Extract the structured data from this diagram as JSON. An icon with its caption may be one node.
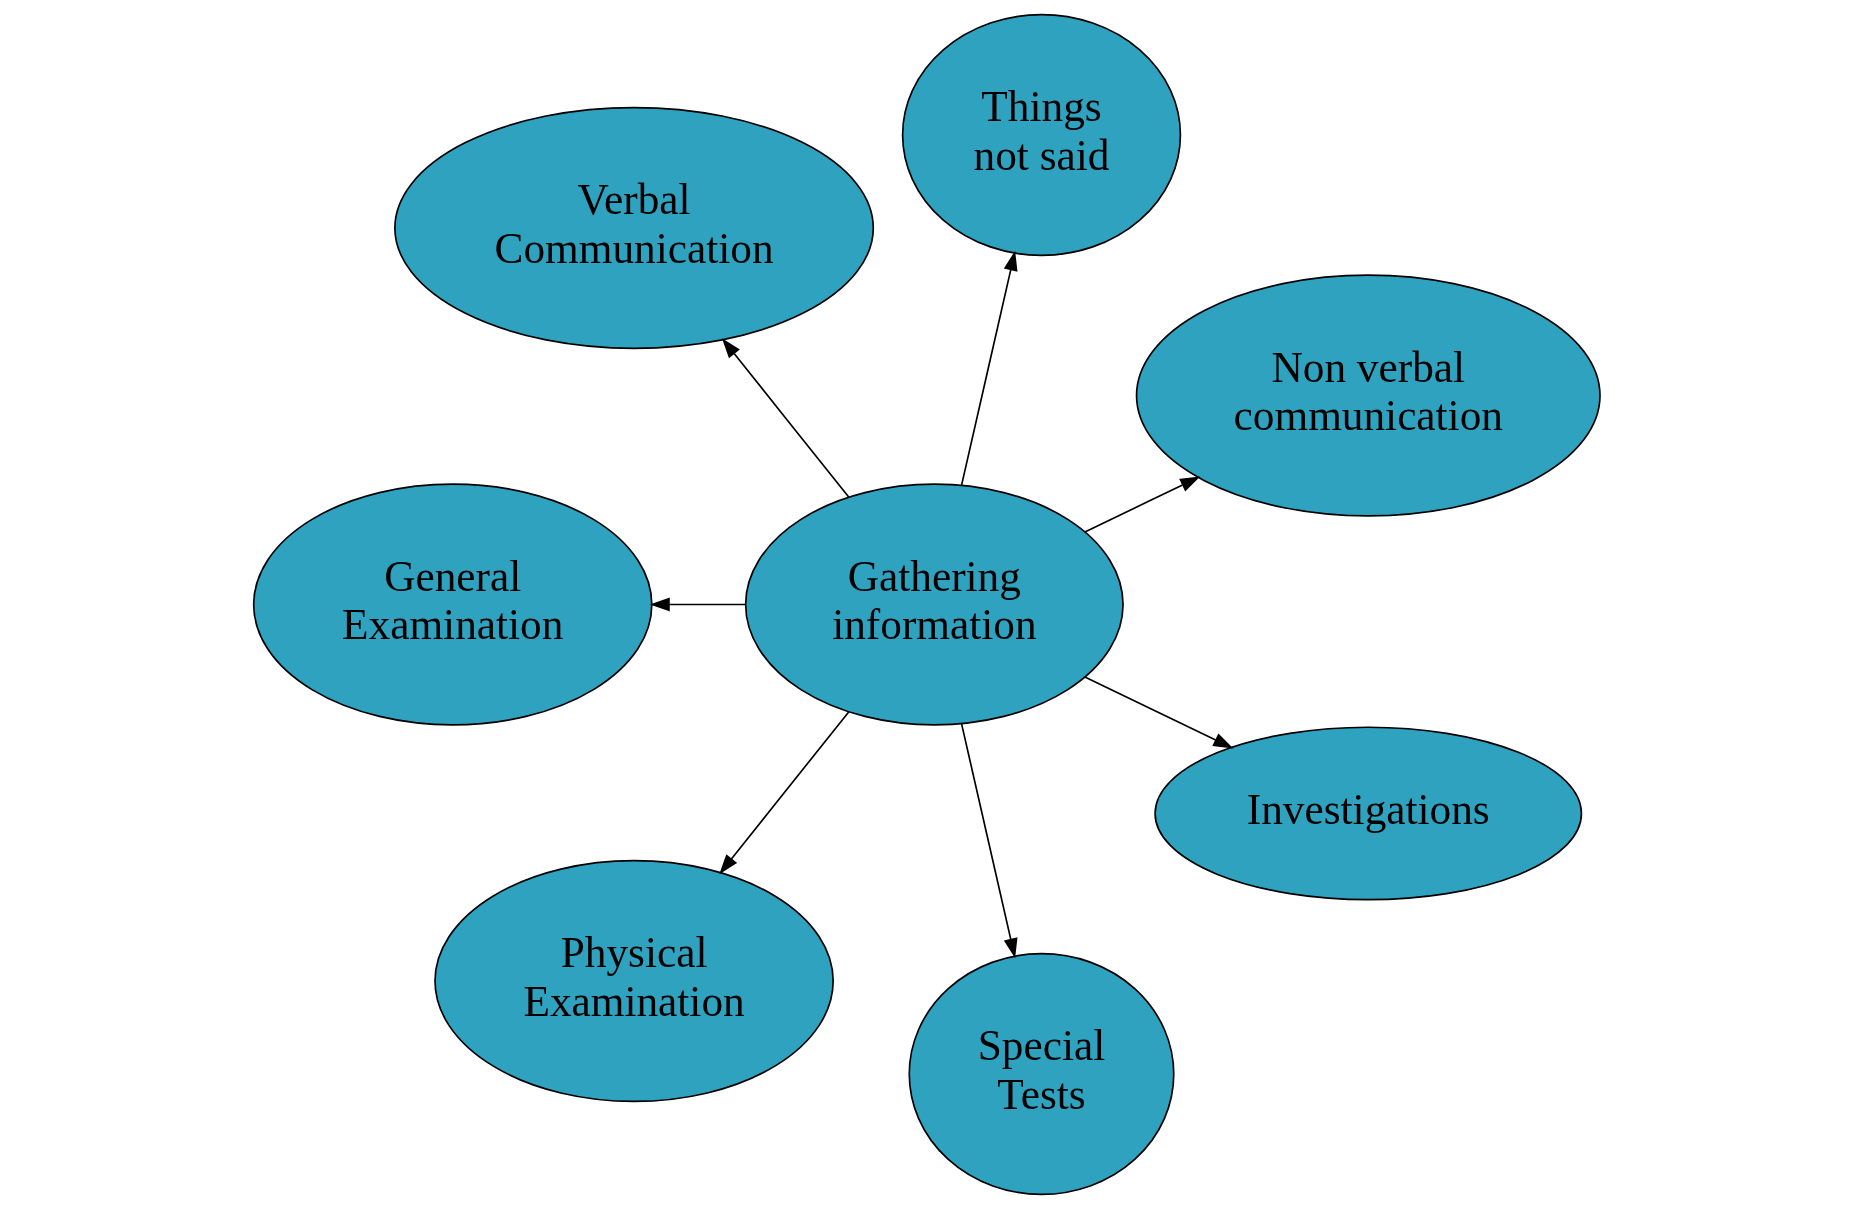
{
  "diagram": {
    "nodes": [
      {
        "text": [
          "Verbal Communication"
        ]
      },
      {
        "text": [
          "Things not said"
        ]
      },
      {
        "text": [
          "Gathering information"
        ]
      },
      {
        "text": [
          "General Examination"
        ]
      },
      {
        "text": [
          "Non verbal communication"
        ]
      },
      {
        "text": [
          "Physical Examination"
        ]
      },
      {
        "text": [
          "Special Tests"
        ]
      },
      {
        "text": [
          "Investigations"
        ]
      }
    ],
    "edges": [
      {
        "from": 2,
        "to": 0,
        "arrow": "to"
      },
      {
        "from": 2,
        "to": 1,
        "arrow": "to"
      },
      {
        "from": 2,
        "to": 3,
        "arrow": "to"
      },
      {
        "from": 2,
        "to": 4,
        "arrow": "to"
      },
      {
        "from": 2,
        "to": 5,
        "arrow": "to"
      },
      {
        "from": 2,
        "to": 6,
        "arrow": "to"
      },
      {
        "from": 2,
        "to": 7,
        "arrow": "to"
      }
    ]
  }
}
